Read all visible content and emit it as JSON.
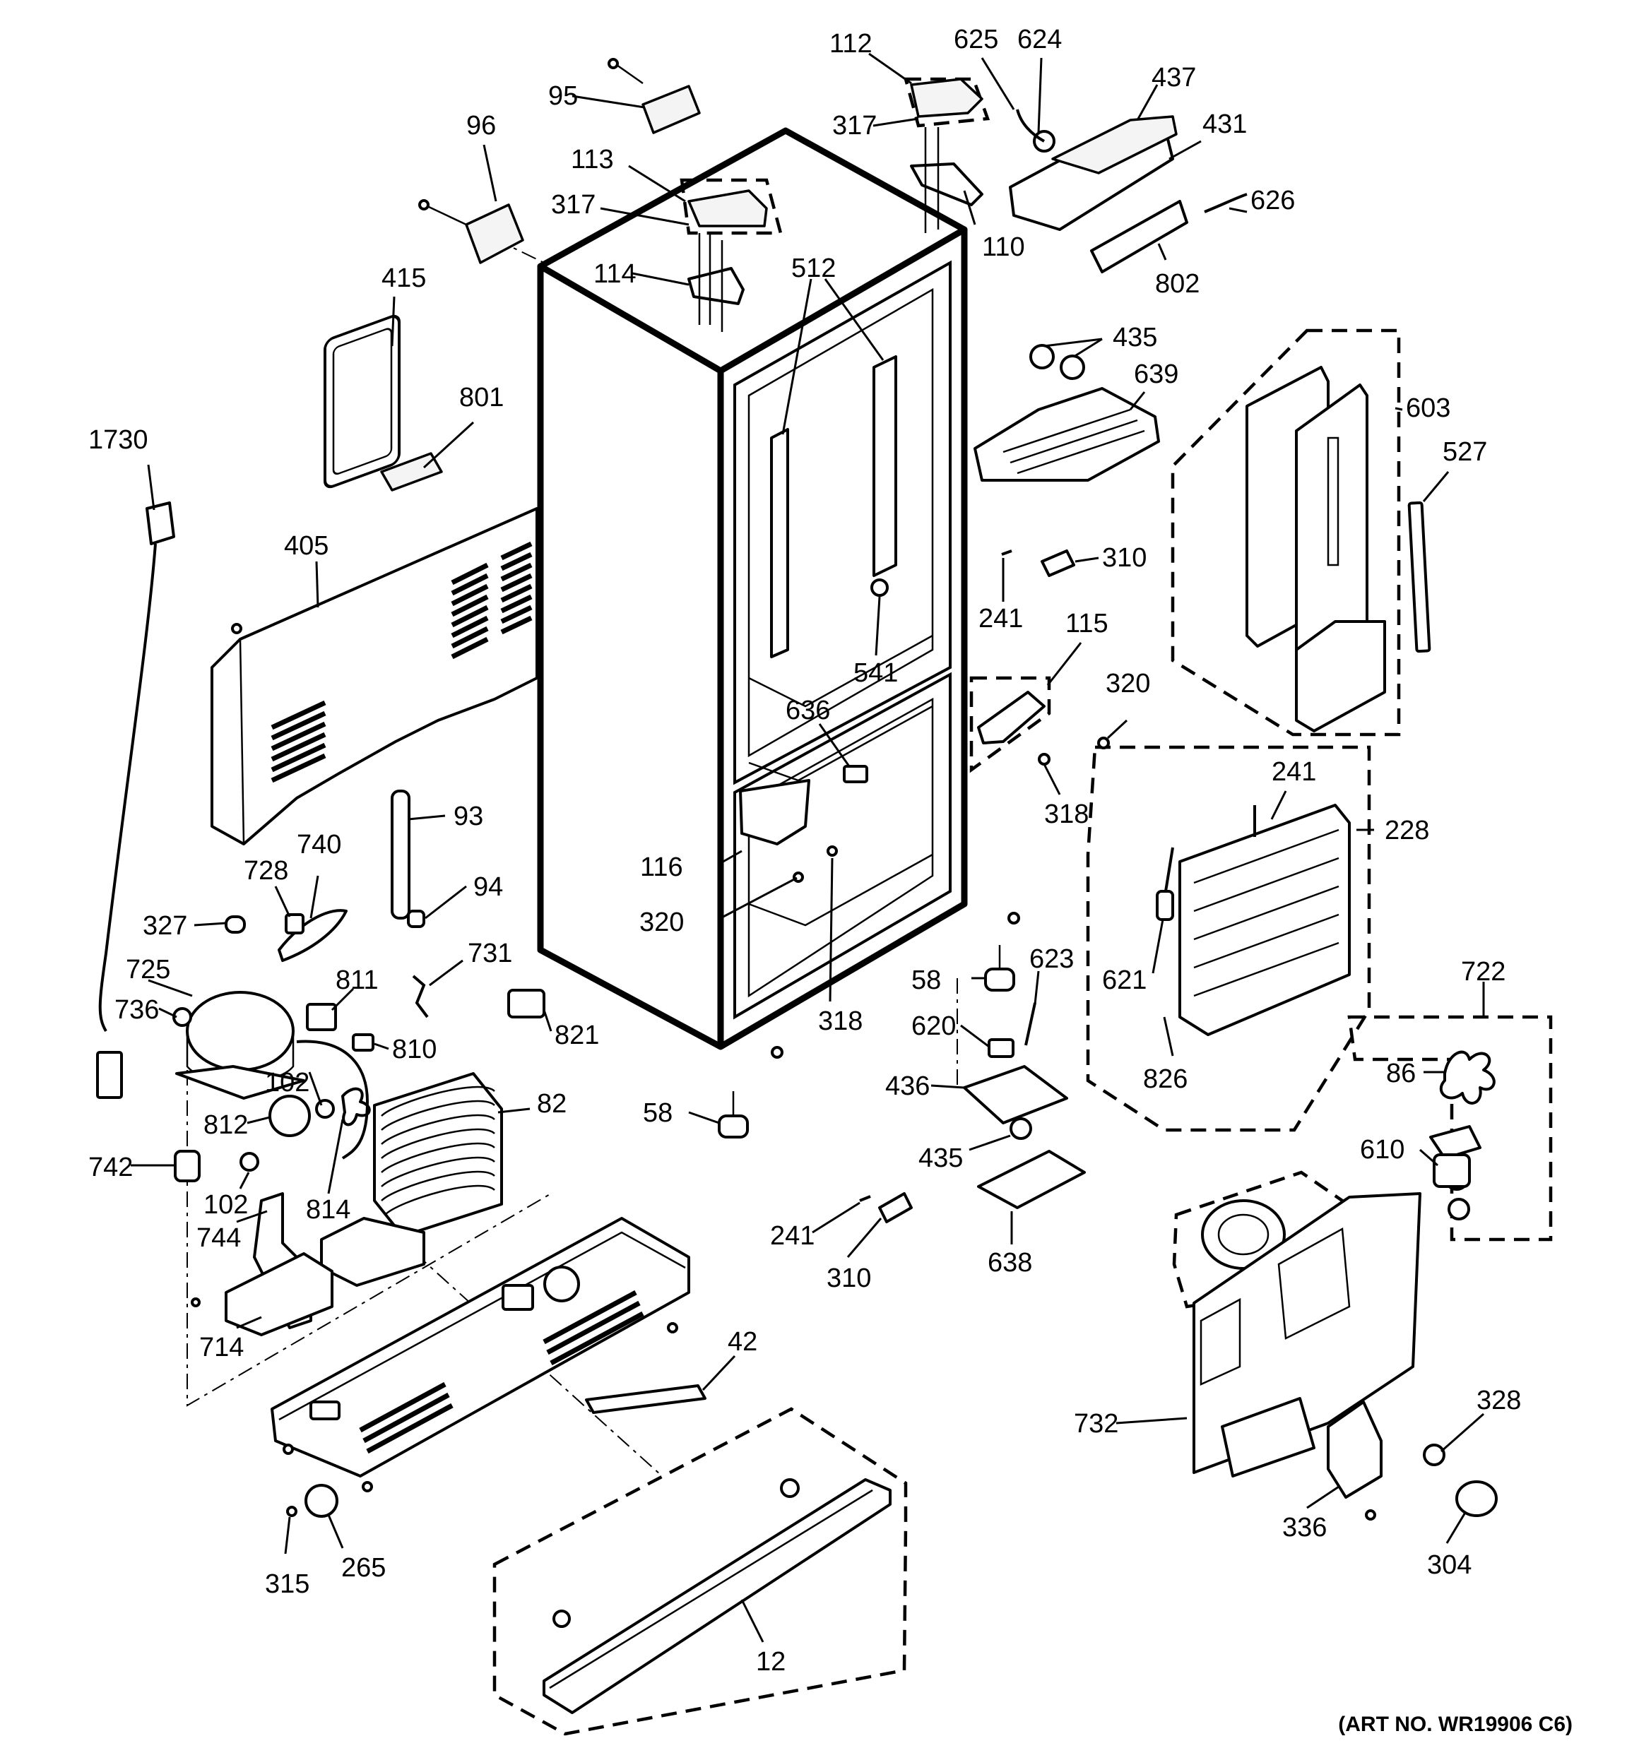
{
  "figure": {
    "art_number": "(ART NO. WR19906 C6)"
  },
  "callouts": {
    "c112": "112",
    "c625": "625",
    "c624": "624",
    "c437": "437",
    "c431": "431",
    "c95": "95",
    "c317a": "317",
    "c317b": "317",
    "c96": "96",
    "c113": "113",
    "c110": "110",
    "c626": "626",
    "c802": "802",
    "c114": "114",
    "c512": "512",
    "c415": "415",
    "c435a": "435",
    "c639": "639",
    "c603": "603",
    "c801": "801",
    "c527": "527",
    "c1730": "1730",
    "c405": "405",
    "c310a": "310",
    "c241a": "241",
    "c115": "115",
    "c541": "541",
    "c320a": "320",
    "c636": "636",
    "c241b": "241",
    "c228": "228",
    "c318a": "318",
    "c93": "93",
    "c740": "740",
    "c728": "728",
    "c116": "116",
    "c94": "94",
    "c327": "327",
    "c320b": "320",
    "c731": "731",
    "c623": "623",
    "c725": "725",
    "c811": "811",
    "c58a": "58",
    "c621": "621",
    "c722": "722",
    "c736": "736",
    "c318b": "318",
    "c620": "620",
    "c821": "821",
    "c810": "810",
    "c86": "86",
    "c102a": "102",
    "c436": "436",
    "c826": "826",
    "c82": "82",
    "c58b": "58",
    "c812": "812",
    "c435b": "435",
    "c610": "610",
    "c742": "742",
    "c814": "814",
    "c102b": "102",
    "c241c": "241",
    "c744": "744",
    "c310b": "310",
    "c638": "638",
    "c714": "714",
    "c42": "42",
    "c328": "328",
    "c732": "732",
    "c336": "336",
    "c304": "304",
    "c265": "265",
    "c315": "315",
    "c12": "12"
  }
}
